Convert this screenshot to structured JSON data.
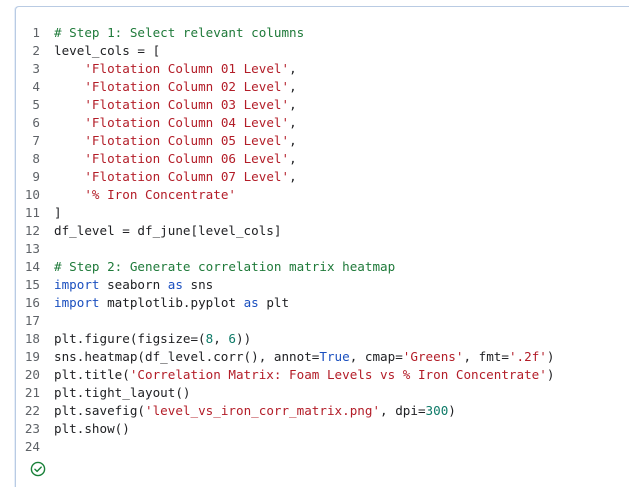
{
  "cell": {
    "status_icon": "check-circle-icon",
    "status_color": "#188038",
    "lines": [
      {
        "n": "1",
        "tokens": [
          {
            "t": "com",
            "v": "# Step 1: Select relevant columns"
          }
        ]
      },
      {
        "n": "2",
        "tokens": [
          {
            "t": "plain",
            "v": "level_cols = ["
          }
        ]
      },
      {
        "n": "3",
        "tokens": [
          {
            "t": "plain",
            "v": "    "
          },
          {
            "t": "str",
            "v": "'Flotation Column 01 Level'"
          },
          {
            "t": "plain",
            "v": ","
          }
        ]
      },
      {
        "n": "4",
        "tokens": [
          {
            "t": "plain",
            "v": "    "
          },
          {
            "t": "str",
            "v": "'Flotation Column 02 Level'"
          },
          {
            "t": "plain",
            "v": ","
          }
        ]
      },
      {
        "n": "5",
        "tokens": [
          {
            "t": "plain",
            "v": "    "
          },
          {
            "t": "str",
            "v": "'Flotation Column 03 Level'"
          },
          {
            "t": "plain",
            "v": ","
          }
        ]
      },
      {
        "n": "6",
        "tokens": [
          {
            "t": "plain",
            "v": "    "
          },
          {
            "t": "str",
            "v": "'Flotation Column 04 Level'"
          },
          {
            "t": "plain",
            "v": ","
          }
        ]
      },
      {
        "n": "7",
        "tokens": [
          {
            "t": "plain",
            "v": "    "
          },
          {
            "t": "str",
            "v": "'Flotation Column 05 Level'"
          },
          {
            "t": "plain",
            "v": ","
          }
        ]
      },
      {
        "n": "8",
        "tokens": [
          {
            "t": "plain",
            "v": "    "
          },
          {
            "t": "str",
            "v": "'Flotation Column 06 Level'"
          },
          {
            "t": "plain",
            "v": ","
          }
        ]
      },
      {
        "n": "9",
        "tokens": [
          {
            "t": "plain",
            "v": "    "
          },
          {
            "t": "str",
            "v": "'Flotation Column 07 Level'"
          },
          {
            "t": "plain",
            "v": ","
          }
        ]
      },
      {
        "n": "10",
        "tokens": [
          {
            "t": "plain",
            "v": "    "
          },
          {
            "t": "str",
            "v": "'% Iron Concentrate'"
          }
        ]
      },
      {
        "n": "11",
        "tokens": [
          {
            "t": "plain",
            "v": "]"
          }
        ]
      },
      {
        "n": "12",
        "tokens": [
          {
            "t": "plain",
            "v": "df_level = df_june[level_cols]"
          }
        ]
      },
      {
        "n": "13",
        "tokens": []
      },
      {
        "n": "14",
        "tokens": [
          {
            "t": "com",
            "v": "# Step 2: Generate correlation matrix heatmap"
          }
        ]
      },
      {
        "n": "15",
        "tokens": [
          {
            "t": "kw",
            "v": "import"
          },
          {
            "t": "plain",
            "v": " seaborn "
          },
          {
            "t": "kw",
            "v": "as"
          },
          {
            "t": "plain",
            "v": " sns"
          }
        ]
      },
      {
        "n": "16",
        "tokens": [
          {
            "t": "kw",
            "v": "import"
          },
          {
            "t": "plain",
            "v": " matplotlib.pyplot "
          },
          {
            "t": "kw",
            "v": "as"
          },
          {
            "t": "plain",
            "v": " plt"
          }
        ]
      },
      {
        "n": "17",
        "tokens": []
      },
      {
        "n": "18",
        "tokens": [
          {
            "t": "plain",
            "v": "plt.figure(figsize=("
          },
          {
            "t": "num",
            "v": "8"
          },
          {
            "t": "plain",
            "v": ", "
          },
          {
            "t": "num",
            "v": "6"
          },
          {
            "t": "plain",
            "v": "))"
          }
        ]
      },
      {
        "n": "19",
        "tokens": [
          {
            "t": "plain",
            "v": "sns.heatmap(df_level.corr(), annot="
          },
          {
            "t": "kw",
            "v": "True"
          },
          {
            "t": "plain",
            "v": ", cmap="
          },
          {
            "t": "str",
            "v": "'Greens'"
          },
          {
            "t": "plain",
            "v": ", fmt="
          },
          {
            "t": "str",
            "v": "'.2f'"
          },
          {
            "t": "plain",
            "v": ")"
          }
        ]
      },
      {
        "n": "20",
        "tokens": [
          {
            "t": "plain",
            "v": "plt.title("
          },
          {
            "t": "str",
            "v": "'Correlation Matrix: Foam Levels vs % Iron Concentrate'"
          },
          {
            "t": "plain",
            "v": ")"
          }
        ]
      },
      {
        "n": "21",
        "tokens": [
          {
            "t": "plain",
            "v": "plt.tight_layout()"
          }
        ]
      },
      {
        "n": "22",
        "tokens": [
          {
            "t": "plain",
            "v": "plt.savefig("
          },
          {
            "t": "str",
            "v": "'level_vs_iron_corr_matrix.png'"
          },
          {
            "t": "plain",
            "v": ", dpi="
          },
          {
            "t": "num",
            "v": "300"
          },
          {
            "t": "plain",
            "v": ")"
          }
        ]
      },
      {
        "n": "23",
        "tokens": [
          {
            "t": "plain",
            "v": "plt.show()"
          }
        ]
      },
      {
        "n": "24",
        "tokens": []
      }
    ]
  }
}
